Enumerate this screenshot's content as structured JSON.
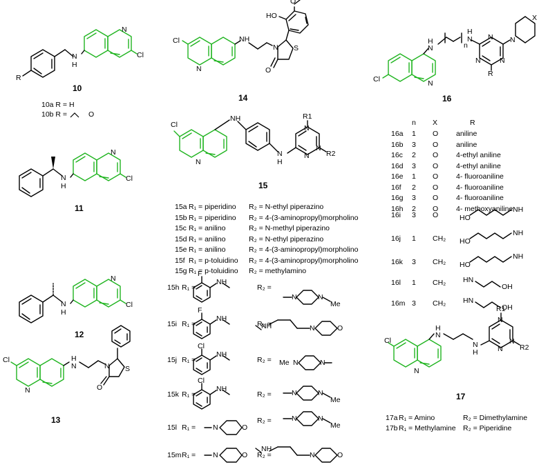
{
  "compounds": {
    "c10": {
      "number": "10",
      "variants": [
        "10a  R = H",
        "10b  R = "
      ]
    },
    "c11": {
      "number": "11"
    },
    "c12": {
      "number": "12"
    },
    "c13": {
      "number": "13"
    },
    "c14": {
      "number": "14"
    },
    "c15": {
      "number": "15"
    },
    "c16": {
      "number": "16"
    },
    "c17": {
      "number": "17"
    }
  },
  "atoms": {
    "Cl": "Cl",
    "N": "N",
    "H": "H",
    "O": "O",
    "R": "R",
    "HO": "HO",
    "S": "S",
    "X": "X",
    "n": "n",
    "R1": "R1",
    "R2": "R2",
    "NH": "NH",
    "HN": "HN",
    "OH": "OH",
    "Me": "Me",
    "F": "F",
    "CH2": "CH2"
  },
  "table15": [
    {
      "id": "15a",
      "r1": "R₁ = piperidino",
      "r2": "R₂ = N-ethyl piperazino"
    },
    {
      "id": "15b",
      "r1": "R₁ = piperidino",
      "r2": "R₂ = 4-(3-aminopropyl)morpholino"
    },
    {
      "id": "15c",
      "r1": "R₁ = anilino",
      "r2": "R₂ = N-methyl piperazino"
    },
    {
      "id": "15d",
      "r1": "R₁ = anilino",
      "r2": "R₂ = N-ethyl piperazino"
    },
    {
      "id": "15e",
      "r1": "R₁ = anilino",
      "r2": "R₂ = 4-(3-aminopropyl)morpholino"
    },
    {
      "id": "15f",
      "r1": "R₁ = p-toluidino",
      "r2": "R₂ = 4-(3-aminopropyl)morpholino"
    },
    {
      "id": "15g",
      "r1": "R₁ = p-toluidino",
      "r2": "R₂ = methylamino"
    }
  ],
  "table15_struct": [
    {
      "id": "15h",
      "r1": "R₁ =",
      "r2": "R₂ ="
    },
    {
      "id": "15i",
      "r1": "R₁ =",
      "r2": "R₂ ="
    },
    {
      "id": "15j",
      "r1": "R₁ =",
      "r2": "R₂ ="
    },
    {
      "id": "15k",
      "r1": "R₁ =",
      "r2": "R₂ ="
    },
    {
      "id": "15l",
      "r1": "R₁ =",
      "r2": "R₂ ="
    },
    {
      "id": "15m",
      "r1": "R₁ =",
      "r2": "R₂ ="
    }
  ],
  "table16_headers": {
    "n": "n",
    "x": "X",
    "r": "R"
  },
  "table16": [
    {
      "id": "16a",
      "n": "1",
      "x": "O",
      "r": "aniline"
    },
    {
      "id": "16b",
      "n": "3",
      "x": "O",
      "r": "aniline"
    },
    {
      "id": "16c",
      "n": "2",
      "x": "O",
      "r": "4-ethyl aniline"
    },
    {
      "id": "16d",
      "n": "3",
      "x": "O",
      "r": "4-ethyl aniline"
    },
    {
      "id": "16e",
      "n": "1",
      "x": "O",
      "r": "4- fluoroaniline"
    },
    {
      "id": "16f",
      "n": "2",
      "x": "O",
      "r": "4- fluoroaniline"
    },
    {
      "id": "16g",
      "n": "3",
      "x": "O",
      "r": "4- fluoroaniline"
    },
    {
      "id": "16h",
      "n": "2",
      "x": "O",
      "r": "4- methoxyaniline"
    }
  ],
  "table16_struct": [
    {
      "id": "16i",
      "n": "3",
      "x": "O"
    },
    {
      "id": "16j",
      "n": "1",
      "x": "CH₂"
    },
    {
      "id": "16k",
      "n": "3",
      "x": "CH₂"
    },
    {
      "id": "16l",
      "n": "1",
      "x": "CH₂"
    },
    {
      "id": "16m",
      "n": "3",
      "x": "CH₂"
    }
  ],
  "table17": [
    {
      "id": "17a",
      "r1": "R₁ = Amino",
      "r2": "R₂ = Dimethylamine"
    },
    {
      "id": "17b",
      "r1": "R₁ = Methylamine",
      "r2": "R₂ = Piperidine"
    }
  ],
  "colors": {
    "quinoline": "#1fb41f",
    "bonds": "#000000"
  }
}
